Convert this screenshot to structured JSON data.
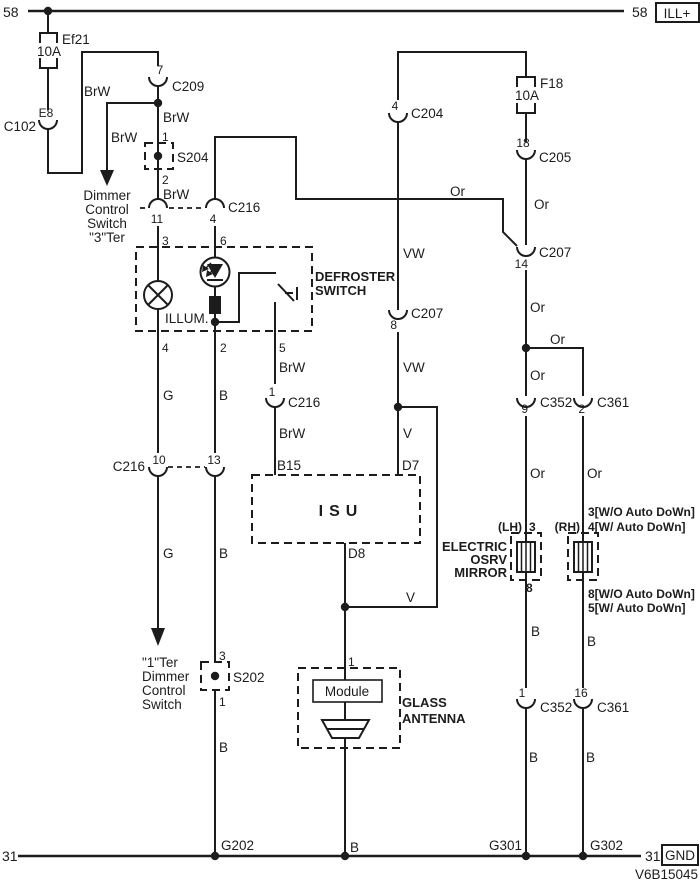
{
  "rails": {
    "top": {
      "left_num": "58",
      "right_num": "58",
      "tag": "ILL+"
    },
    "bottom": {
      "left_num": "31",
      "right_num": "31",
      "tag": "GND"
    }
  },
  "doc_id": "V6B15045",
  "fuses": {
    "ef21": {
      "name": "Ef21",
      "rating": "10A"
    },
    "f18": {
      "name": "F18",
      "rating": "10A"
    }
  },
  "connectors": {
    "c102": {
      "name": "C102",
      "pin": "E8"
    },
    "c209": {
      "name": "C209",
      "pin": "7"
    },
    "s204": {
      "name": "S204",
      "pin_in": "1",
      "pin_out": "2"
    },
    "c216_a": {
      "name": "C216",
      "pin_left": "11",
      "pin_right": "4"
    },
    "c216_b": {
      "name": "C216",
      "pin_left": "10",
      "pin_right": "13"
    },
    "c216_c": {
      "name": "C216",
      "pin": "1"
    },
    "c204": {
      "name": "C204",
      "pin": "4"
    },
    "c205": {
      "name": "C205",
      "pin": "18"
    },
    "c207_a": {
      "name": "C207",
      "pin": "14"
    },
    "c207_b": {
      "name": "C207",
      "pin": "8"
    },
    "c352_a": {
      "name": "C352",
      "pin": "9"
    },
    "c361_a": {
      "name": "C361",
      "pin": "2"
    },
    "c352_b": {
      "name": "C352",
      "pin": "1"
    },
    "c361_b": {
      "name": "C361",
      "pin": "16"
    },
    "s202": {
      "name": "S202",
      "pin_in": "3",
      "pin_out": "1"
    }
  },
  "wire_labels": {
    "brw": "BrW",
    "or": "Or",
    "g": "G",
    "b": "B",
    "v": "V",
    "vw": "VW"
  },
  "components": {
    "defroster_switch": {
      "name_line1": "DEFROSTER",
      "name_line2": "SWITCH",
      "lamp_label": "ILLUM.",
      "pin_3": "3",
      "pin_6": "6",
      "pin_4": "4",
      "pin_2": "2",
      "pin_5": "5"
    },
    "isu": {
      "name": "ISU",
      "pin_b15": "B15",
      "pin_d7": "D7",
      "pin_d8": "D8"
    },
    "glass_antenna": {
      "name_line1": "GLASS",
      "name_line2": "ANTENNA",
      "module_label": "Module",
      "pin_1": "1"
    },
    "osrv_mirror": {
      "name_line1": "ELECTRIC",
      "name_line2": "OSRV",
      "name_line3": "MIRROR",
      "lh_tag": "(LH)",
      "rh_tag": "(RH)",
      "lh_pin_top": "3",
      "lh_pin_bottom": "8",
      "rh_note_top_1": "3[W/O Auto DoWn]",
      "rh_note_top_2": "4[W/ Auto DoWn]",
      "rh_note_bottom_1": "8[W/O Auto DoWn]",
      "rh_note_bottom_2": "5[W/ Auto DoWn]"
    }
  },
  "destinations": {
    "dimmer_top": {
      "line1": "Dimmer",
      "line2": "Control",
      "line3": "Switch",
      "line4": "\"3\"Ter"
    },
    "dimmer_bottom": {
      "line1": "\"1\"Ter",
      "line2": "Dimmer",
      "line3": "Control",
      "line4": "Switch"
    }
  },
  "grounds": {
    "g202": "G202",
    "g301": "G301",
    "g302": "G302"
  }
}
